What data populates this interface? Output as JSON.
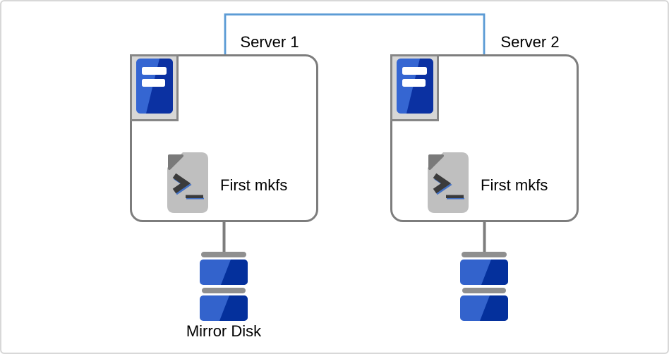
{
  "servers": [
    {
      "label": "Server 1",
      "script_label": "First mkfs",
      "disk_label": "Mirror Disk"
    },
    {
      "label": "Server 2",
      "script_label": "First mkfs"
    }
  ],
  "colors": {
    "interconnect_blue": "#5b9bd5",
    "outline_gray": "#7d7d7d",
    "icon_frame_fill": "#d7d7d7",
    "server_blue_light": "#3566d2",
    "server_blue_dark": "#0b31a2",
    "document_gray": "#bfbfbf",
    "fold_gray": "#7a7a7a",
    "glyph_dark": "#3b3b3b",
    "glyph_blue_accent": "#4472c4",
    "disk_blue_light": "#3363cc",
    "disk_blue_dark": "#04309c",
    "disk_bar_gray": "#8f8f8f",
    "canvas_border": "#d8d8d8"
  }
}
